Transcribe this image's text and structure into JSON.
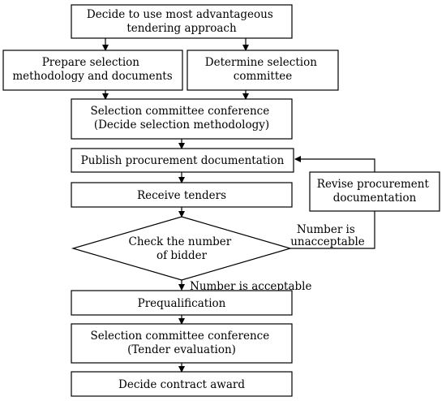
{
  "diagram": {
    "nodes": {
      "decide_approach": [
        "Decide to use most advantageous",
        "tendering approach"
      ],
      "prepare_docs": [
        "Prepare selection",
        "methodology and documents"
      ],
      "determine_committee": [
        "Determine selection",
        "committee"
      ],
      "conference_method": [
        "Selection committee conference",
        "(Decide selection methodology)"
      ],
      "publish_docs": [
        "Publish procurement documentation"
      ],
      "receive_tenders": [
        "Receive tenders"
      ],
      "check_bidders": [
        "Check the number",
        "of bidder"
      ],
      "revise_docs": [
        "Revise procurement",
        "documentation"
      ],
      "prequalification": [
        "Prequalification"
      ],
      "conference_evaluation": [
        "Selection committee conference",
        "(Tender evaluation)"
      ],
      "award": [
        "Decide contract award"
      ]
    },
    "edge_labels": {
      "unacceptable": [
        "Number is",
        "unacceptable"
      ],
      "acceptable": [
        "Number is acceptable"
      ]
    }
  }
}
